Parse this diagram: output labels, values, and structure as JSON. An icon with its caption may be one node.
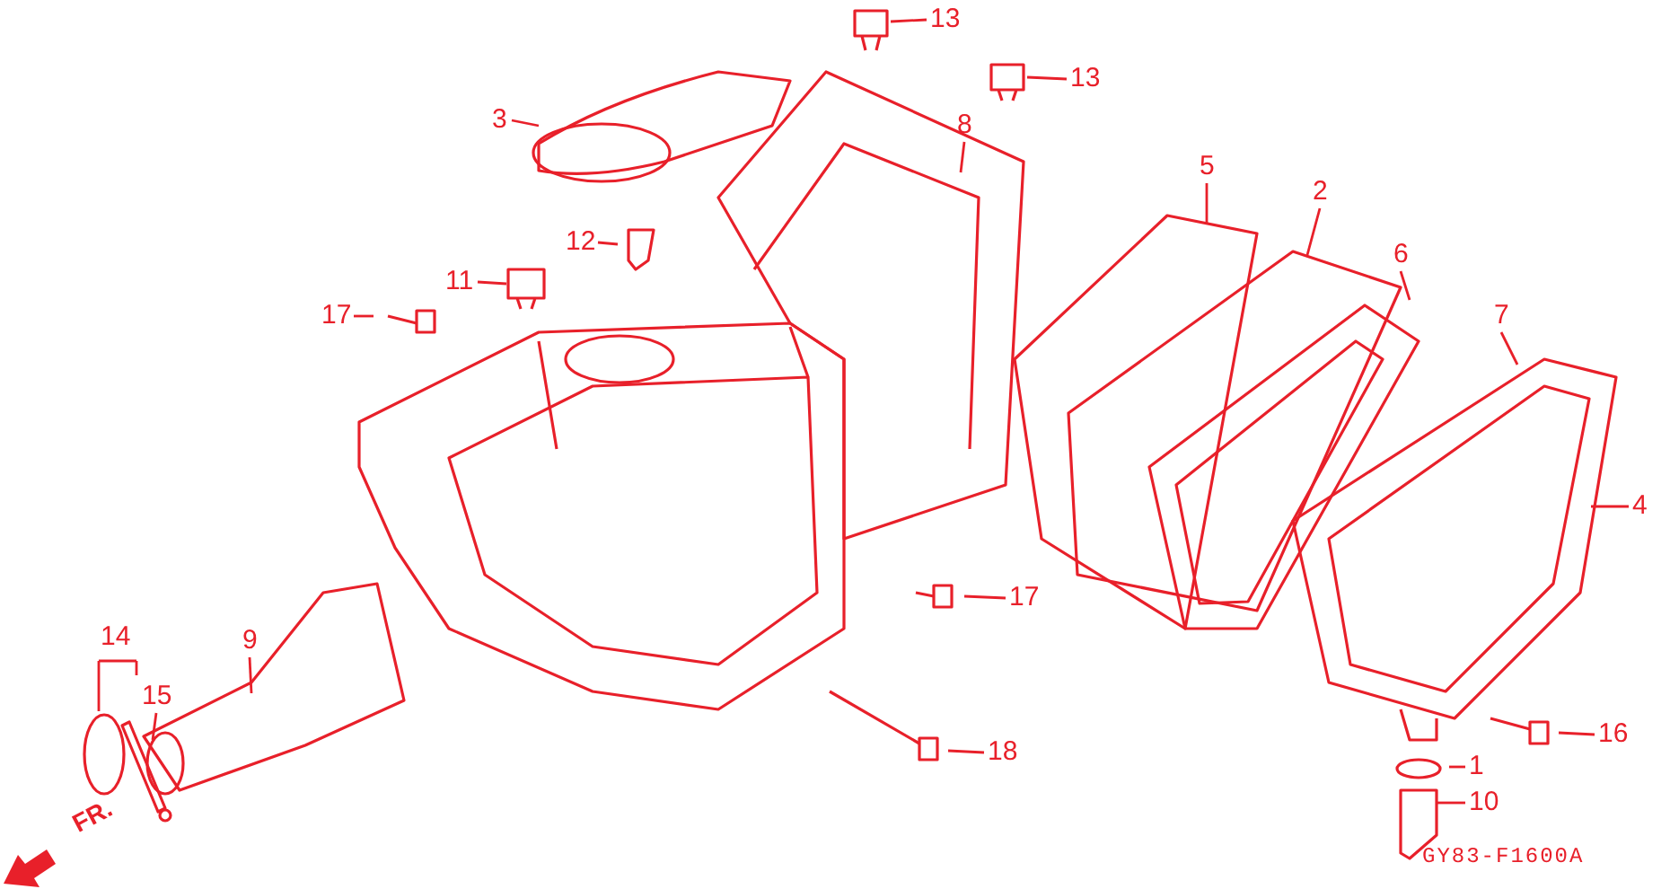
{
  "diagram": {
    "nodes": [
      {
        "text": [
          "13"
        ]
      },
      {
        "text": [
          "13"
        ]
      },
      {
        "text": [
          "3"
        ]
      },
      {
        "text": [
          "8"
        ]
      },
      {
        "text": [
          "5"
        ]
      },
      {
        "text": [
          "2"
        ]
      },
      {
        "text": [
          "12"
        ]
      },
      {
        "text": [
          "6"
        ]
      },
      {
        "text": [
          "11"
        ]
      },
      {
        "text": [
          "17"
        ]
      },
      {
        "text": [
          "7"
        ]
      },
      {
        "text": [
          "4"
        ]
      },
      {
        "text": [
          "17"
        ]
      },
      {
        "text": [
          "14"
        ]
      },
      {
        "text": [
          "9"
        ]
      },
      {
        "text": [
          "15"
        ]
      },
      {
        "text": [
          "16"
        ]
      },
      {
        "text": [
          "18"
        ]
      },
      {
        "text": [
          "1"
        ]
      },
      {
        "text": [
          "10"
        ]
      }
    ],
    "edges": [
      {
        "from": 0,
        "to": null,
        "arrow": "none"
      },
      {
        "from": 1,
        "to": null,
        "arrow": "none"
      },
      {
        "from": 2,
        "to": null,
        "arrow": "none"
      },
      {
        "from": 3,
        "to": null,
        "arrow": "none"
      },
      {
        "from": 4,
        "to": null,
        "arrow": "none"
      },
      {
        "from": 5,
        "to": null,
        "arrow": "none"
      },
      {
        "from": 6,
        "to": null,
        "arrow": "none"
      },
      {
        "from": 7,
        "to": null,
        "arrow": "none"
      },
      {
        "from": 8,
        "to": null,
        "arrow": "none"
      },
      {
        "from": 9,
        "to": null,
        "arrow": "none"
      },
      {
        "from": 10,
        "to": null,
        "arrow": "none"
      },
      {
        "from": 11,
        "to": null,
        "arrow": "none"
      },
      {
        "from": 12,
        "to": null,
        "arrow": "none"
      },
      {
        "from": 13,
        "to": null,
        "arrow": "none"
      },
      {
        "from": 14,
        "to": null,
        "arrow": "none"
      },
      {
        "from": 15,
        "to": null,
        "arrow": "none"
      },
      {
        "from": 16,
        "to": null,
        "arrow": "none"
      },
      {
        "from": 17,
        "to": null,
        "arrow": "none"
      },
      {
        "from": 18,
        "to": null,
        "arrow": "none"
      },
      {
        "from": 19,
        "to": null,
        "arrow": "none"
      }
    ],
    "labels": [
      "FR.",
      "GY83-F1600A"
    ]
  }
}
